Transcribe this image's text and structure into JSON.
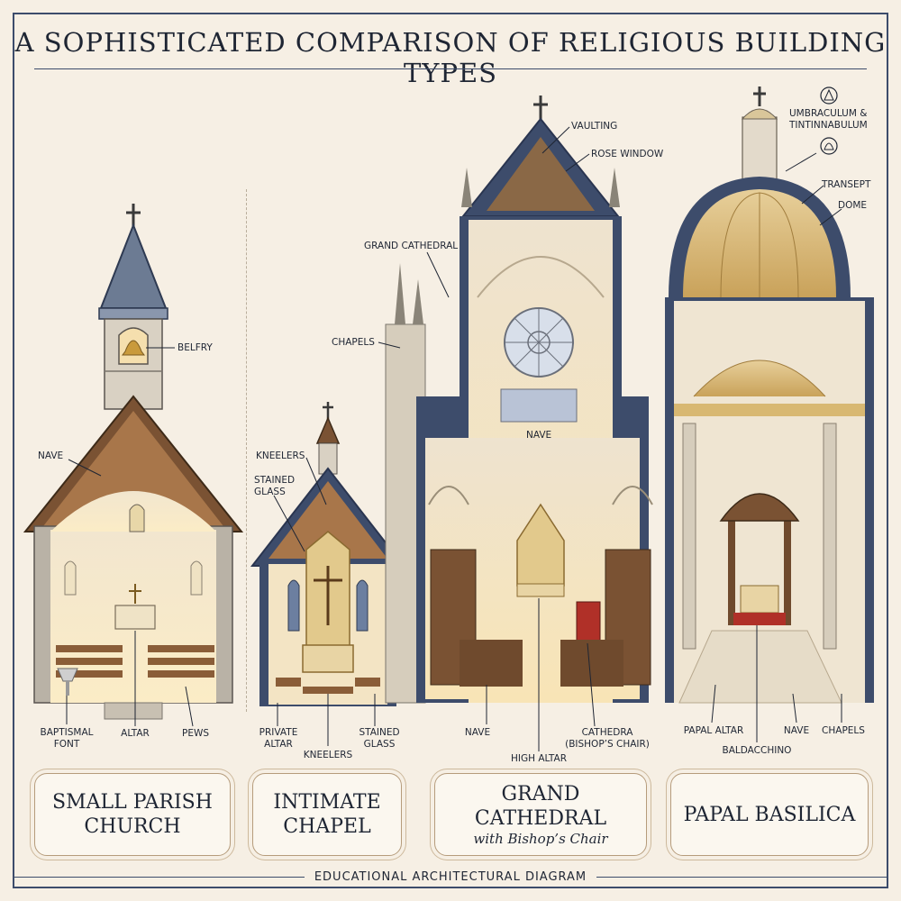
{
  "title": "A SOPHISTICATED COMPARISON OF RELIGIOUS BUILDING TYPES",
  "footer": "EDUCATIONAL ARCHITECTURAL DIAGRAM",
  "colors": {
    "ink": "#1e2533",
    "navy": "#3d4c6b",
    "stone": "#cfc6b6",
    "wood": "#7a5233",
    "gold": "#c9a25a",
    "cream": "#f6efe4",
    "warm_light": "#f7e6c2"
  },
  "panels": {
    "parish": {
      "name_line1": "SMALL PARISH",
      "name_line2": "CHURCH",
      "labels": {
        "belfry": "BELFRY",
        "nave": "NAVE",
        "baptismal_font_line1": "BAPTISMAL",
        "baptismal_font_line2": "FONT",
        "altar": "ALTAR",
        "pews": "PEWS"
      }
    },
    "chapel": {
      "name_line1": "INTIMATE",
      "name_line2": "CHAPEL",
      "labels": {
        "kneelers_top": "KNEELERS",
        "stained_glass_top_line1": "STAINED",
        "stained_glass_top_line2": "GLASS",
        "private_altar_line1": "PRIVATE",
        "private_altar_line2": "ALTAR",
        "kneelers_bottom": "KNEELERS",
        "stained_glass_bottom_line1": "STAINED",
        "stained_glass_bottom_line2": "GLASS"
      }
    },
    "cathedral": {
      "name_line1": "GRAND",
      "name_line2": "CATHEDRAL",
      "subtitle": "with Bishop’s Chair",
      "labels": {
        "vaulting": "VAULTING",
        "rose_window": "ROSE WINDOW",
        "grand_cathedral": "GRAND CATHEDRAL",
        "chapels": "CHAPELS",
        "nave_center": "NAVE",
        "nave_bottom": "NAVE",
        "high_altar": "HIGH ALTAR",
        "cathedra_line1": "CATHEDRA",
        "cathedra_line2": "(BISHOP’S CHAIR)"
      }
    },
    "basilica": {
      "name_line1": "PAPAL BASILICA",
      "labels": {
        "umbraculum_line1": "UMBRACULUM &",
        "umbraculum_line2": "TINTINNABULUM",
        "transept": "TRANSEPT",
        "dome": "DOME",
        "papal_altar": "PAPAL ALTAR",
        "baldacchino": "BALDACCHINO",
        "nave": "NAVE",
        "chapels": "CHAPELS"
      }
    }
  }
}
